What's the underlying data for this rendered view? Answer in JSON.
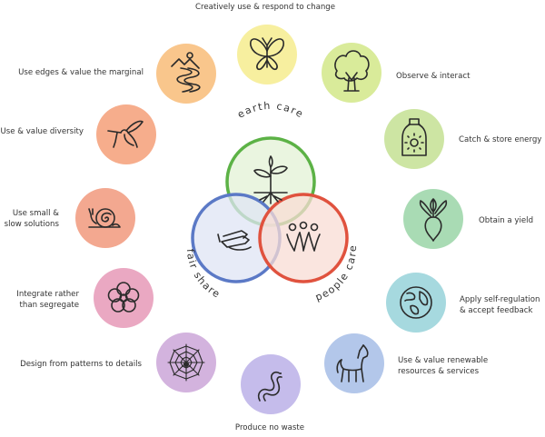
{
  "center": {
    "earth_care": "earth care",
    "people_care": "people care",
    "fair_share": "fair share"
  },
  "principles": [
    {
      "id": "creatively-use",
      "lines": [
        "Creatively use & respond to change"
      ],
      "color": "#f7ef9f",
      "icon": "butterfly-icon"
    },
    {
      "id": "observe",
      "lines": [
        "Observe & interact"
      ],
      "color": "#d9eb9a",
      "icon": "tree-icon"
    },
    {
      "id": "catch-energy",
      "lines": [
        "Catch & store energy"
      ],
      "color": "#cde5a3",
      "icon": "jar-sun-icon"
    },
    {
      "id": "obtain-yield",
      "lines": [
        "Obtain a yield"
      ],
      "color": "#a9dbb4",
      "icon": "beet-icon"
    },
    {
      "id": "self-regulation",
      "lines": [
        "Apply self-regulation",
        "& accept feedback"
      ],
      "color": "#a6d9df",
      "icon": "globe-icon"
    },
    {
      "id": "renewable",
      "lines": [
        "Use & value renewable",
        "resources & services"
      ],
      "color": "#b3c7ea",
      "icon": "horse-icon"
    },
    {
      "id": "no-waste",
      "lines": [
        "Produce no waste"
      ],
      "color": "#c5bceb",
      "icon": "worm-icon"
    },
    {
      "id": "patterns",
      "lines": [
        "Design from patterns to details"
      ],
      "color": "#d3b3de",
      "icon": "spiderweb-icon"
    },
    {
      "id": "integrate",
      "lines": [
        "Integrate rather",
        "than segregate"
      ],
      "color": "#eaa8c2",
      "icon": "flower-icon"
    },
    {
      "id": "small-slow",
      "lines": [
        "Use small &",
        "slow solutions"
      ],
      "color": "#f3a890",
      "icon": "snail-icon"
    },
    {
      "id": "diversity",
      "lines": [
        "Use & value diversity"
      ],
      "color": "#f6ad8c",
      "icon": "hummingbird-icon"
    },
    {
      "id": "edges",
      "lines": [
        "Use edges & value the marginal"
      ],
      "color": "#f9c68c",
      "icon": "path-icon"
    }
  ],
  "colors": {
    "earth": "#5cb246",
    "people": "#e0523e",
    "fair": "#5b79c6"
  }
}
